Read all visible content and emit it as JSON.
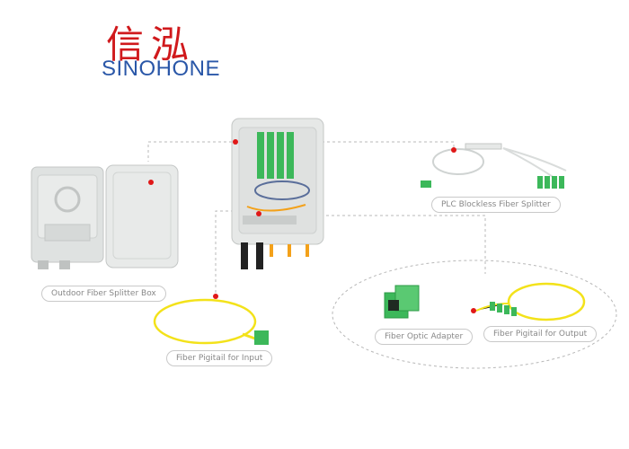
{
  "logo": {
    "chinese": "信泓",
    "english": "SINOHONE",
    "chinese_color": "#d0191c",
    "english_color": "#2a57a8"
  },
  "labels": {
    "splitter_box": "Outdoor Fiber Splitter Box",
    "plc_splitter": "PLC Blockless Fiber Splitter",
    "pigtail_input": "Fiber Pigitail for Input",
    "adapter": "Fiber Optic Adapter",
    "pigtail_output": "Fiber Pigitail for Output"
  },
  "colors": {
    "box": "#e6e8e7",
    "box_edge": "#c4c7c6",
    "connector_green": "#3cb85a",
    "fiber_yellow": "#f3e21a",
    "dashed_line": "#b8b8b8",
    "marker_red": "#e01818"
  }
}
